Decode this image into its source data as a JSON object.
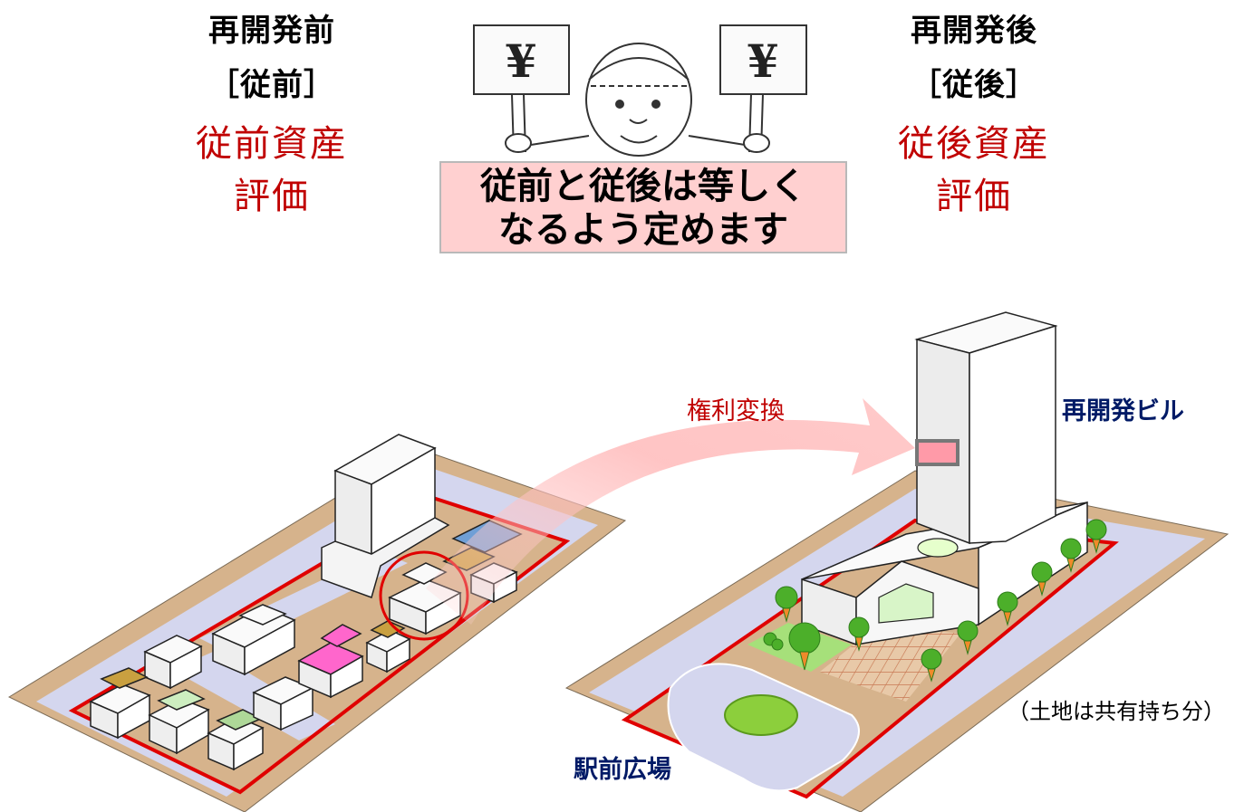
{
  "before": {
    "title": "再開発前",
    "subtitle": "［従前］",
    "asset_line1": "従前資産",
    "asset_line2": "評価"
  },
  "after": {
    "title": "再開発後",
    "subtitle": "［従後］",
    "asset_line1": "従後資産",
    "asset_line2": "評価"
  },
  "sign_symbol": "¥",
  "slogan": {
    "line1": "従前と従後は等しく",
    "line2": "なるよう定めます"
  },
  "arrow_label": "権利変換",
  "building_label": "再開発ビル",
  "plaza_label": "駅前広場",
  "land_note": "（土地は共有持ち分）",
  "colors": {
    "accent_red": "#c00000",
    "slogan_bg": "#ffd0d0",
    "road": "#d4d6ee",
    "lot": "#d6b38c",
    "boundary": "#e00000",
    "label_navy": "#001a66"
  }
}
